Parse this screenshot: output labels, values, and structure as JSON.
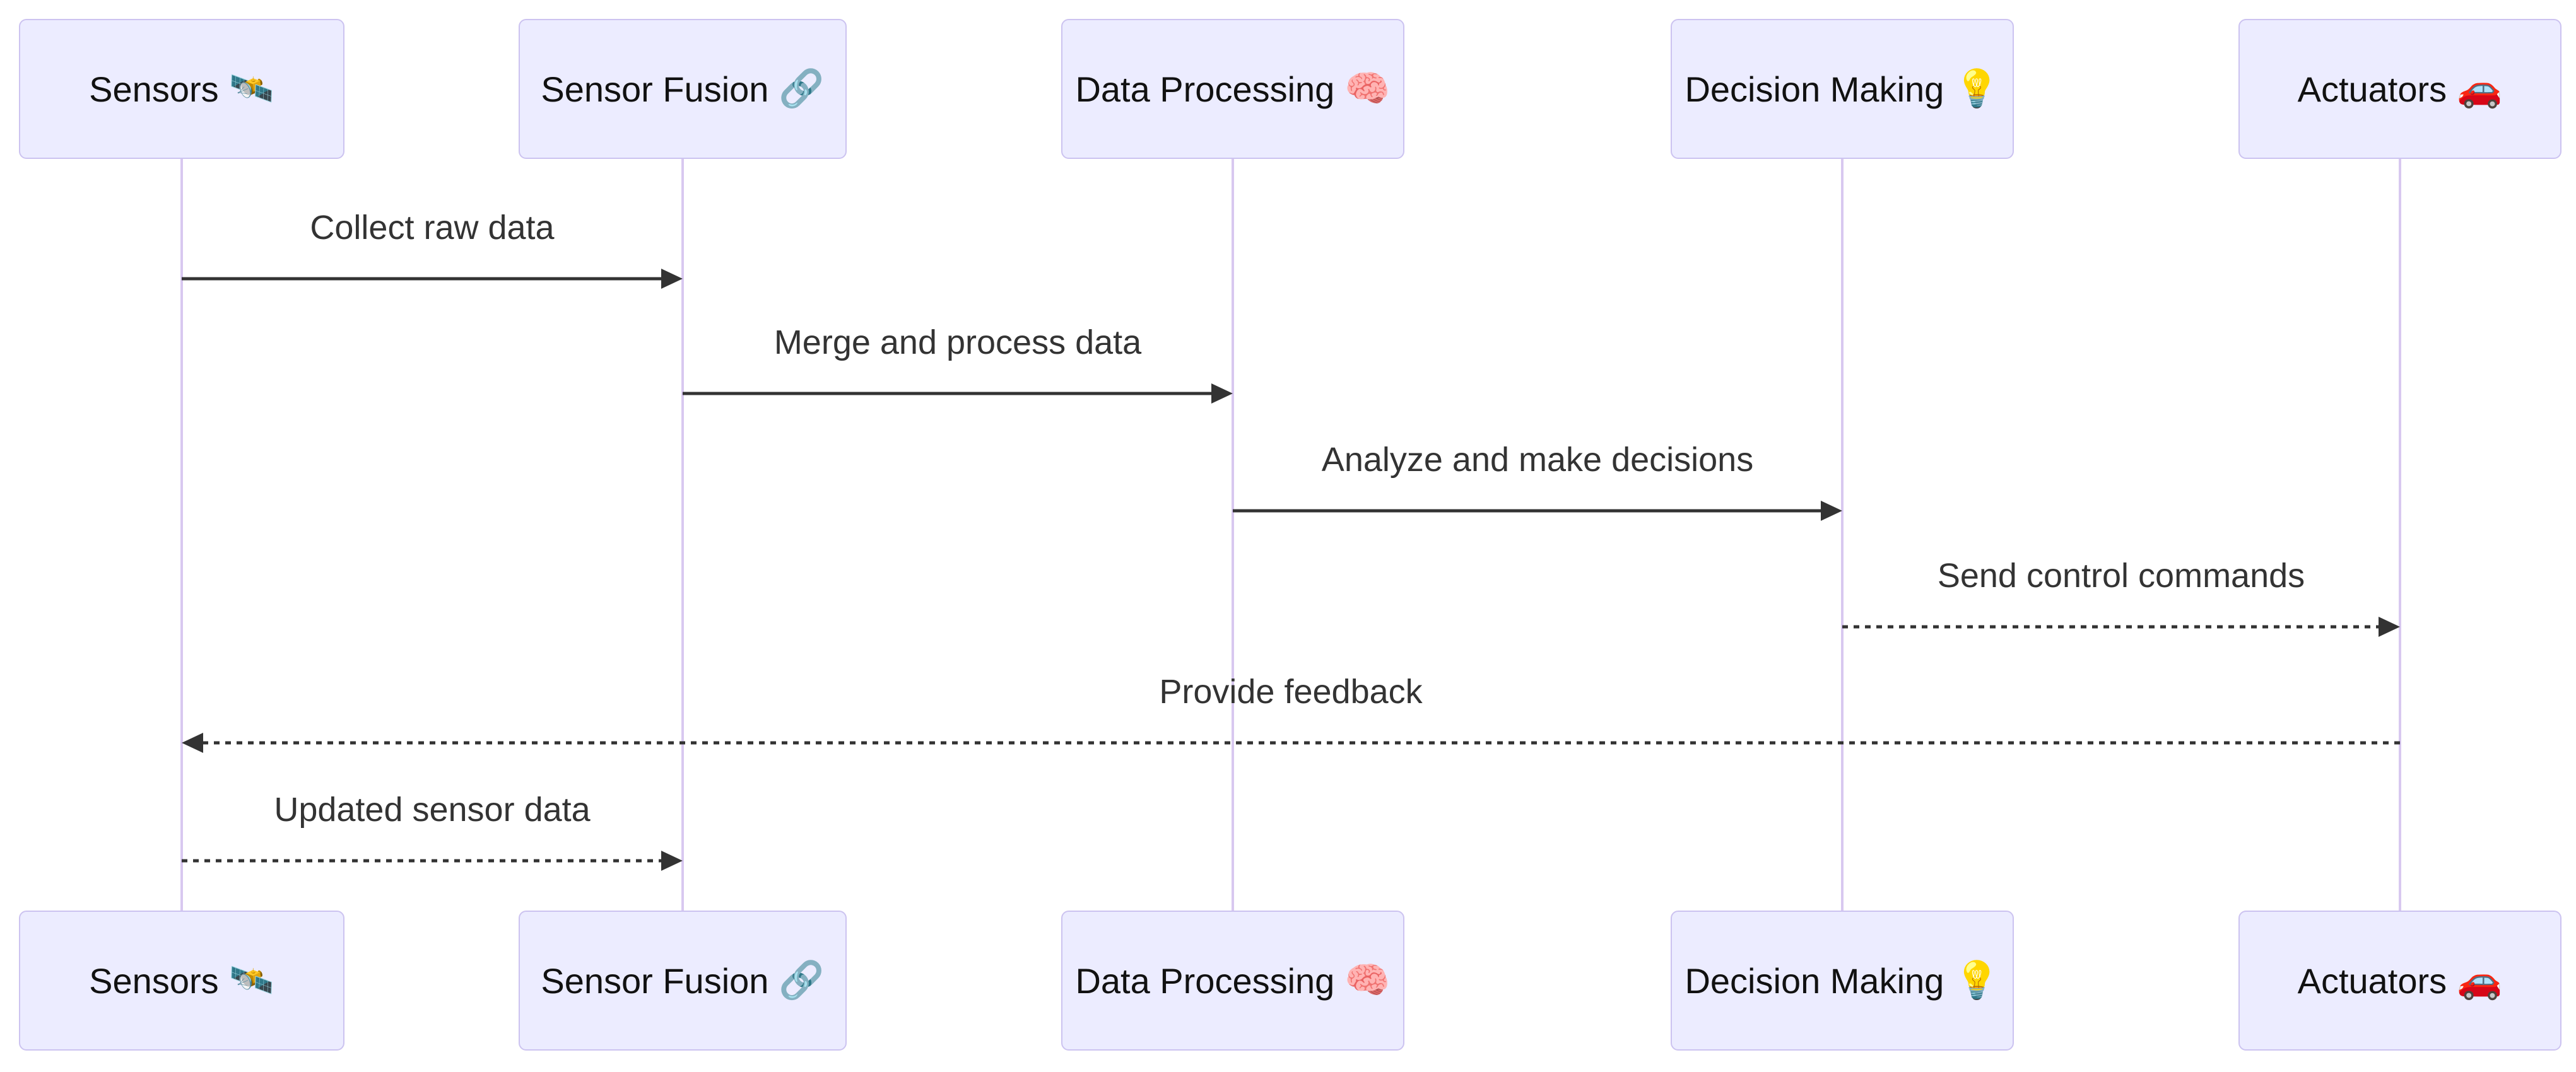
{
  "diagram": {
    "type": "sequence-diagram",
    "colors": {
      "background": "#ffffff",
      "actor_fill": "#ECECFF",
      "actor_border": "#CCC3F0",
      "lifeline": "#D8C8F0",
      "signal": "#333333",
      "actor_text": "#111111"
    },
    "actors": [
      {
        "label": "Sensors",
        "emoji": "🛰️",
        "icon": "satellite-icon"
      },
      {
        "label": "Sensor Fusion",
        "emoji": "🔗",
        "icon": "link-icon"
      },
      {
        "label": "Data Processing",
        "emoji": "🧠",
        "icon": "brain-icon"
      },
      {
        "label": "Decision Making",
        "emoji": "💡",
        "icon": "lightbulb-icon"
      },
      {
        "label": "Actuators",
        "emoji": "🚗",
        "icon": "car-icon"
      }
    ],
    "messages": [
      {
        "from": "Sensors",
        "to": "Sensor Fusion",
        "label": "Collect raw data",
        "line": "solid"
      },
      {
        "from": "Sensor Fusion",
        "to": "Data Processing",
        "label": "Merge and process data",
        "line": "solid"
      },
      {
        "from": "Data Processing",
        "to": "Decision Making",
        "label": "Analyze and make decisions",
        "line": "solid"
      },
      {
        "from": "Decision Making",
        "to": "Actuators",
        "label": "Send control commands",
        "line": "dotted"
      },
      {
        "from": "Actuators",
        "to": "Sensors",
        "label": "Provide feedback",
        "line": "dotted"
      },
      {
        "from": "Sensors",
        "to": "Sensor Fusion",
        "label": "Updated sensor data",
        "line": "dotted"
      }
    ]
  }
}
